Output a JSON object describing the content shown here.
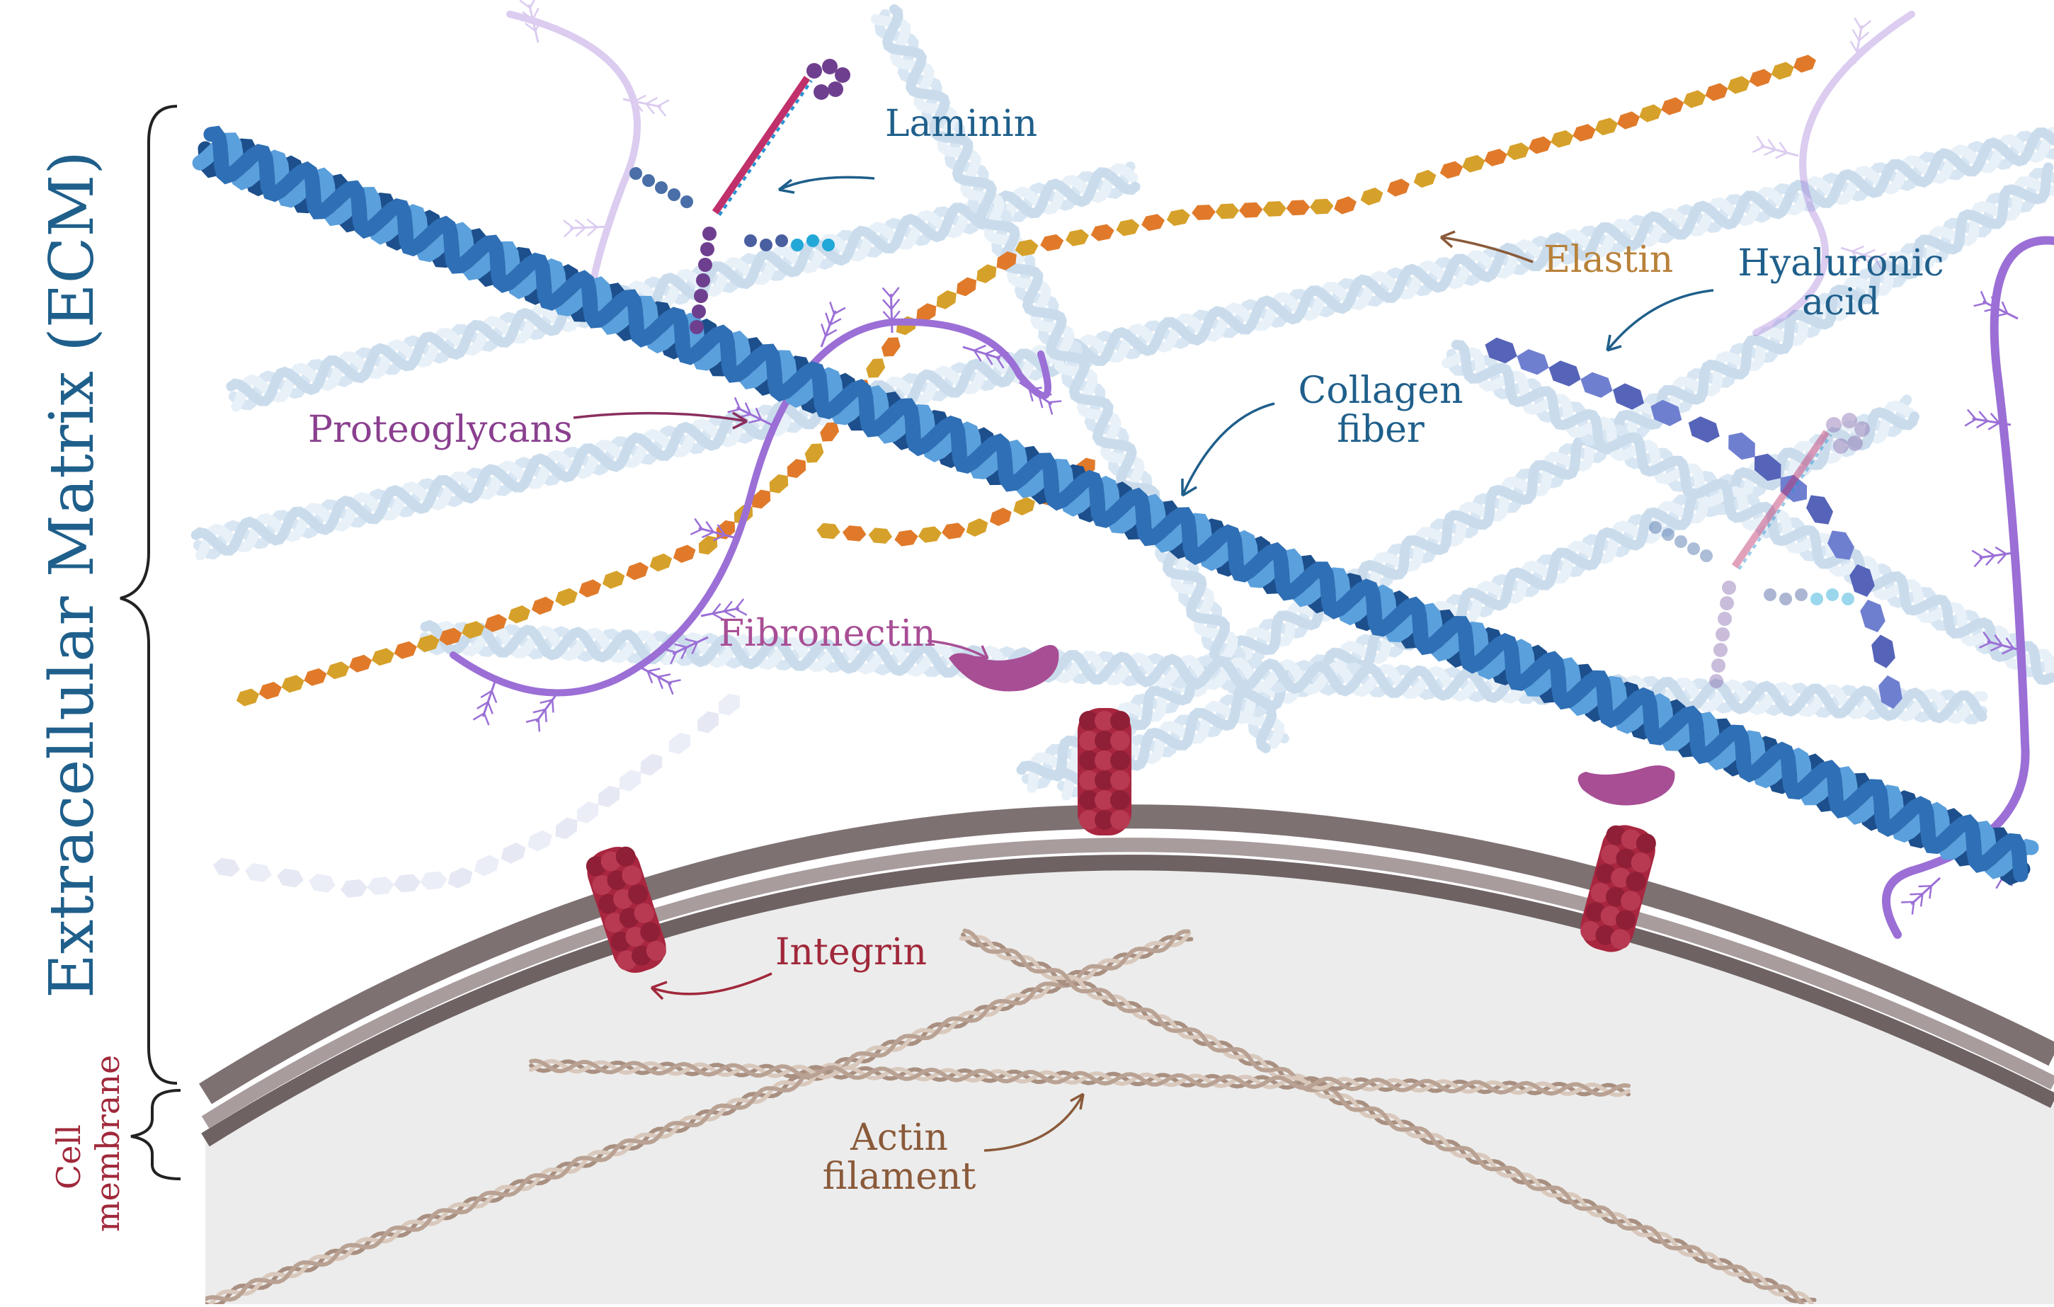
{
  "side_labels": {
    "ecm": "Extracellular Matrix (ECM)",
    "membrane_line1": "Cell",
    "membrane_line2": "membrane"
  },
  "labels": {
    "laminin": "Laminin",
    "elastin": "Elastin",
    "hyaluronic_line1": "Hyaluronic",
    "hyaluronic_line2": "acid",
    "collagen_line1": "Collagen",
    "collagen_line2": "fiber",
    "proteoglycans": "Proteoglycans",
    "fibronectin": "Fibronectin",
    "integrin": "Integrin",
    "actin_line1": "Actin",
    "actin_line2": "filament"
  },
  "colors": {
    "ecm_label": "#1f5f8b",
    "collagen": "#2f6fb5",
    "collagen_light": "#cfe2f2",
    "elastin_a": "#d6a12a",
    "elastin_b": "#e07a2a",
    "hyaluronic": "#5564b8",
    "proteoglycan": "#9b6fd6",
    "fibronectin": "#a84e95",
    "integrin": "#a8263f",
    "membrane": "#7e7172",
    "cytoplasm": "#ececec",
    "actin": "#c8b4a6",
    "laminin": "#6f3f8f"
  },
  "icons": [
    "laminin-molecule-icon",
    "fibronectin-blob-icon",
    "integrin-protein-icon"
  ]
}
